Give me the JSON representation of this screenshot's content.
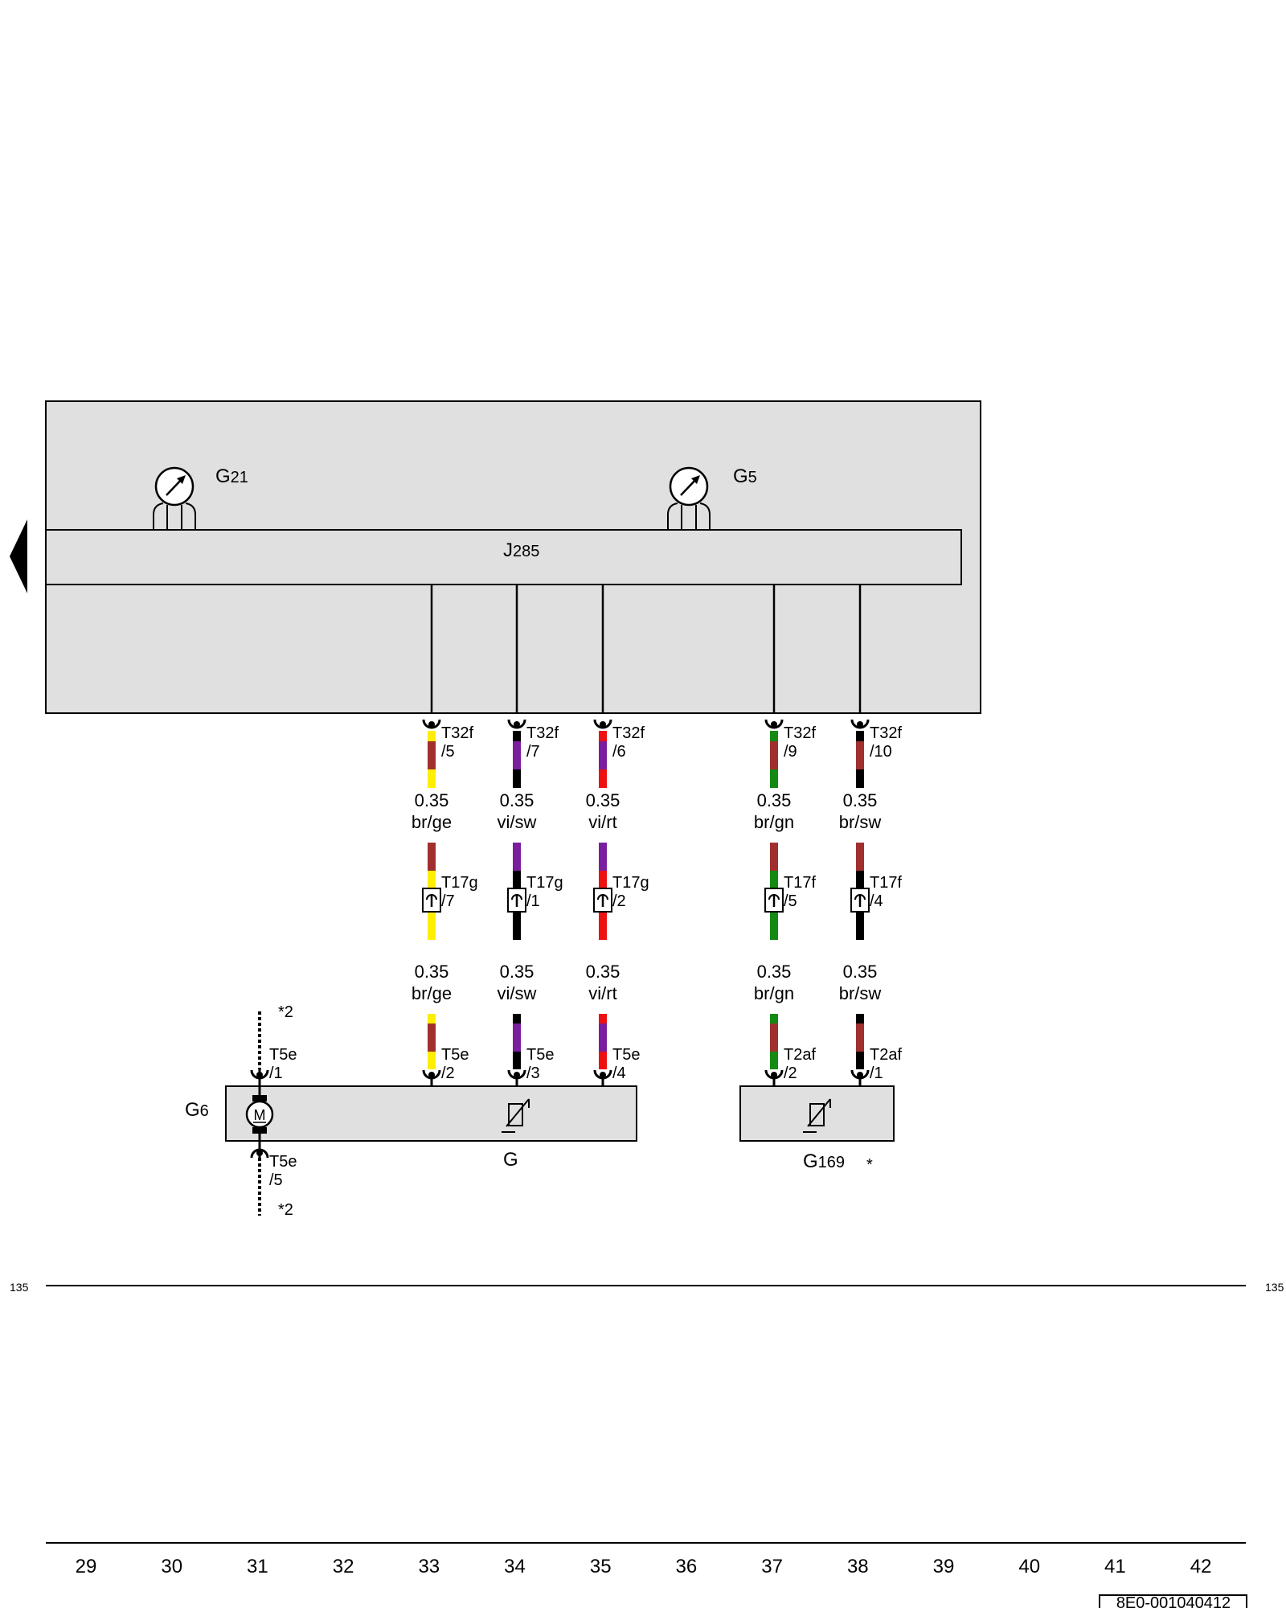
{
  "components": {
    "g21_main": "G",
    "g21_sub": "21",
    "g5_main": "G",
    "g5_sub": "5",
    "j285_main": "J",
    "j285_sub": "285",
    "g6_main": "G",
    "g6_sub": "6",
    "g_label": "G",
    "g169_main": "G",
    "g169_sub": "169",
    "g169_note": "*",
    "motor_letter": "M"
  },
  "colors": {
    "br": "#A0302E",
    "ge": "#FFEE00",
    "sw": "#000000",
    "vi": "#7A1E9E",
    "rt": "#EE1111",
    "gn": "#138A13",
    "panel": "#E0E0E0"
  },
  "wires": [
    {
      "id": "w1",
      "t32": "T32f",
      "t32_pin": "/5",
      "t17": "T17g",
      "t17_pin": "/7",
      "t_bot": "T5e",
      "t_bot_pin": "/2",
      "size_top": "0.35",
      "code_top": "br/ge",
      "size_bot": "0.35",
      "code_bot": "br/ge",
      "c1": "br",
      "c2": "ge"
    },
    {
      "id": "w2",
      "t32": "T32f",
      "t32_pin": "/7",
      "t17": "T17g",
      "t17_pin": "/1",
      "t_bot": "T5e",
      "t_bot_pin": "/3",
      "size_top": "0.35",
      "code_top": "vi/sw",
      "size_bot": "0.35",
      "code_bot": "vi/sw",
      "c1": "vi",
      "c2": "sw"
    },
    {
      "id": "w3",
      "t32": "T32f",
      "t32_pin": "/6",
      "t17": "T17g",
      "t17_pin": "/2",
      "t_bot": "T5e",
      "t_bot_pin": "/4",
      "size_top": "0.35",
      "code_top": "vi/rt",
      "size_bot": "0.35",
      "code_bot": "vi/rt",
      "c1": "vi",
      "c2": "rt"
    },
    {
      "id": "w4",
      "t32": "T32f",
      "t32_pin": "/9",
      "t17": "T17f",
      "t17_pin": "/5",
      "t_bot": "T2af",
      "t_bot_pin": "/2",
      "size_top": "0.35",
      "code_top": "br/gn",
      "size_bot": "0.35",
      "code_bot": "br/gn",
      "c1": "br",
      "c2": "gn"
    },
    {
      "id": "w5",
      "t32": "T32f",
      "t32_pin": "/10",
      "t17": "T17f",
      "t17_pin": "/4",
      "t_bot": "T2af",
      "t_bot_pin": "/1",
      "size_top": "0.35",
      "code_top": "br/sw",
      "size_bot": "0.35",
      "code_bot": "br/sw",
      "c1": "br",
      "c2": "sw"
    }
  ],
  "motor_connector": {
    "top": "T5e",
    "top_pin": "/1",
    "bottom": "T5e",
    "bottom_pin": "/5",
    "note_top": "*2",
    "note_bottom": "*2"
  },
  "separator": {
    "left": "135",
    "right": "135"
  },
  "ruler": [
    "29",
    "30",
    "31",
    "32",
    "33",
    "34",
    "35",
    "36",
    "37",
    "38",
    "39",
    "40",
    "41",
    "42"
  ],
  "doc_code": "8E0-001040412"
}
